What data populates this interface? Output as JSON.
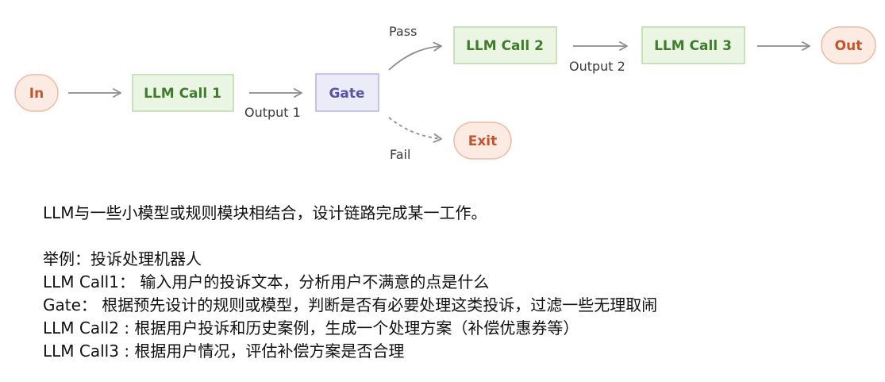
{
  "diagram": {
    "nodes": {
      "in": "In",
      "llm1": "LLM Call 1",
      "gate": "Gate",
      "llm2": "LLM Call 2",
      "llm3": "LLM Call 3",
      "out": "Out",
      "exit": "Exit"
    },
    "edges": {
      "output1": "Output 1",
      "output2": "Output 2",
      "pass": "Pass",
      "fail": "Fail"
    },
    "colors": {
      "terminal_fill": "#fcebe3",
      "terminal_stroke": "#f0b9a3",
      "terminal_text": "#c4532f",
      "llm_fill": "#eaf5e3",
      "llm_stroke": "#b9dca6",
      "llm_text": "#3e7d2c",
      "gate_fill": "#ecebf8",
      "gate_stroke": "#b6b3e3",
      "gate_text": "#5a52a8",
      "arrow": "#8c8c8c"
    }
  },
  "notes": {
    "summary": "LLM与一些小模型或规则模块相结合，设计链路完成某一工作。",
    "example_title": "举例：投诉处理机器人",
    "step1": "LLM Call1： 输入用户的投诉文本，分析用户不满意的点是什么",
    "step_gate": "Gate： 根据预先设计的规则或模型，判断是否有必要处理这类投诉，过滤一些无理取闹",
    "step2": "LLM Call2 : 根据用户投诉和历史案例，生成一个处理方案（补偿优惠券等）",
    "step3": "LLM Call3 : 根据用户情况，评估补偿方案是否合理"
  }
}
